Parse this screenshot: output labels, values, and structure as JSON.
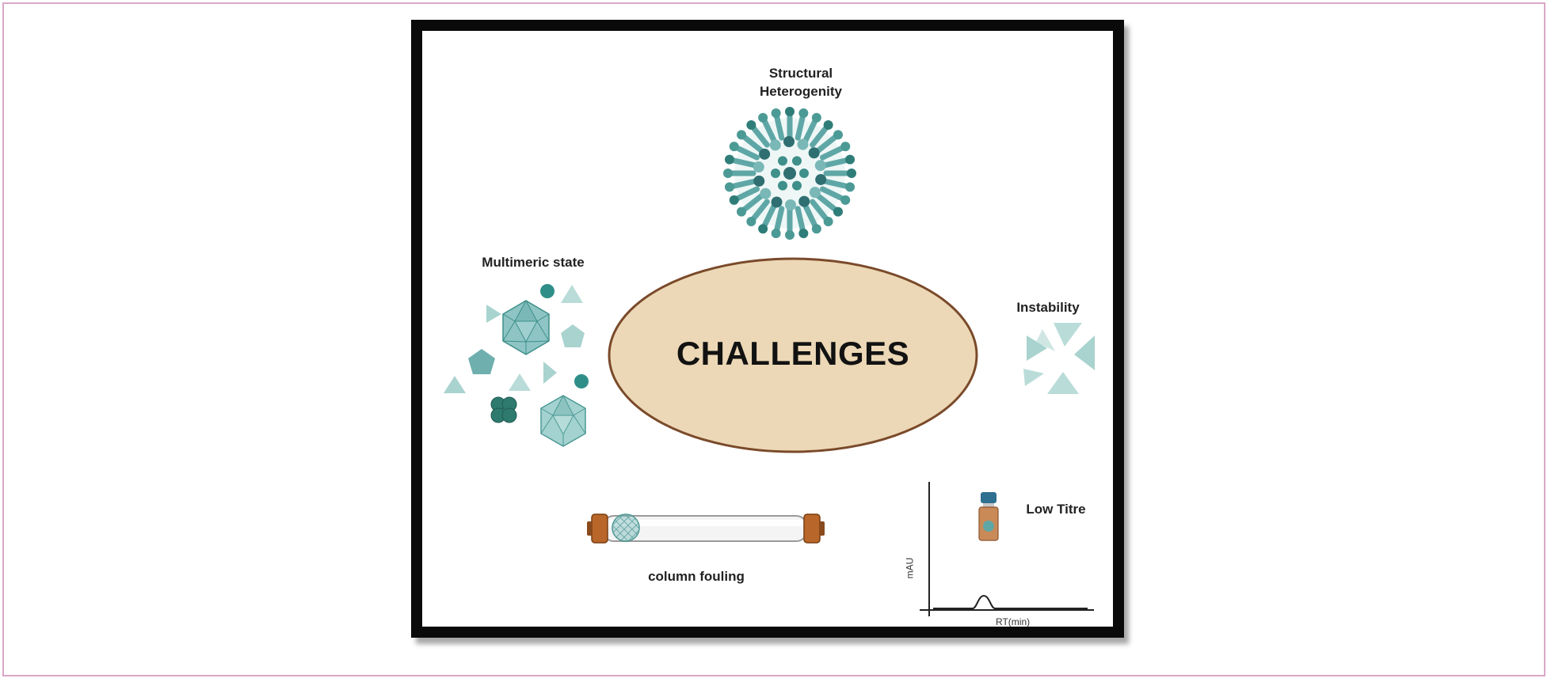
{
  "figure": {
    "center_label": "CHALLENGES",
    "labels": {
      "structural_1": "Structural",
      "structural_2": "Heterogenity",
      "multimeric": "Multimeric state",
      "instability": "Instability",
      "column_fouling": "column fouling",
      "low_titre": "Low Titre",
      "y_axis": "mAU",
      "x_axis": "RT(min)"
    },
    "colors": {
      "ellipse_fill": "#ecd8b6",
      "ellipse_stroke": "#7a4a2a",
      "teal_dark": "#2f7d78",
      "teal_mid": "#5fa7a6",
      "teal_light": "#a9d3cf",
      "border_pink": "#d9a8c7",
      "frame_black": "#0a0a0a",
      "column_cap": "#b8662a"
    },
    "icons": [
      "virus-icon",
      "icosahedron-icon",
      "vial-icon",
      "chromatography-column-icon"
    ]
  }
}
